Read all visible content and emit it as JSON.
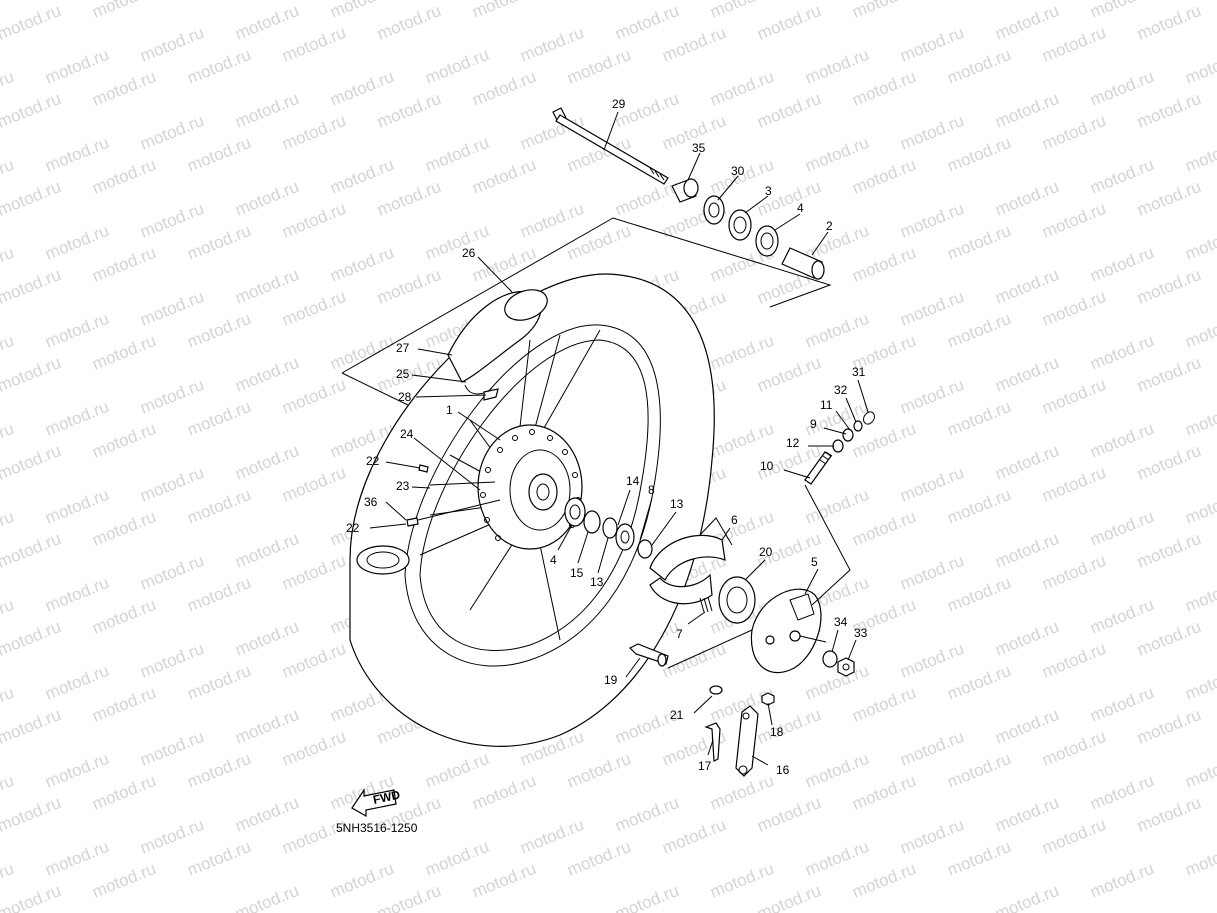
{
  "watermark": "motod.ru",
  "diagram_code": "5NH3516-1250",
  "fwd_label": "FWD",
  "callouts": [
    "29",
    "35",
    "30",
    "3",
    "4",
    "2",
    "26",
    "27",
    "25",
    "28",
    "1",
    "24",
    "22",
    "23",
    "36",
    "22",
    "14",
    "8",
    "13",
    "4",
    "15",
    "13",
    "6",
    "20",
    "5",
    "7",
    "34",
    "33",
    "19",
    "31",
    "32",
    "11",
    "9",
    "12",
    "10",
    "21",
    "18",
    "17",
    "16"
  ]
}
